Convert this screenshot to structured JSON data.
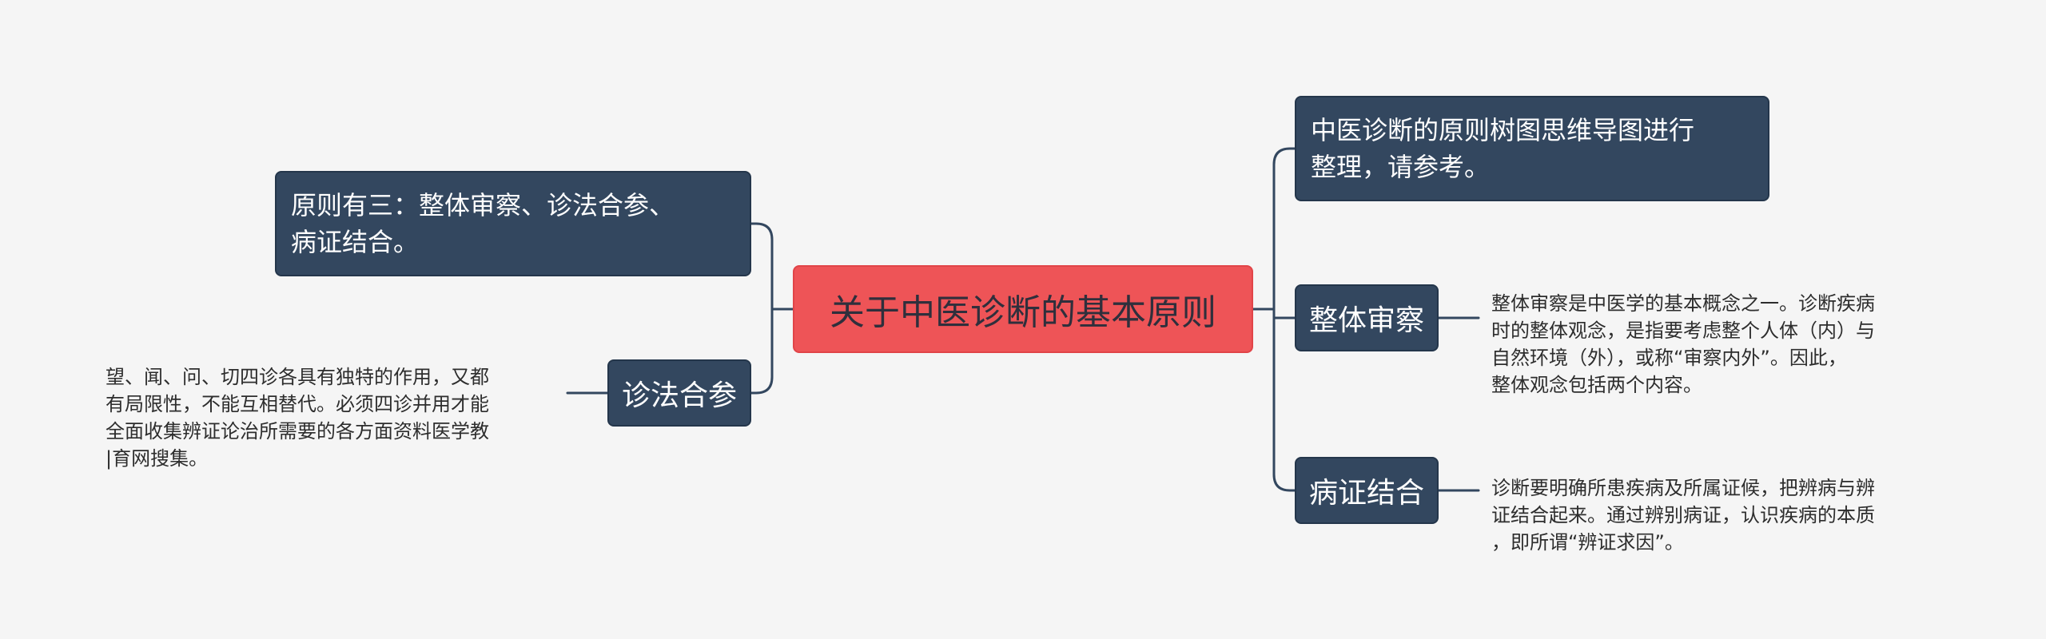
{
  "root": {
    "label": "关于中医诊断的基本原则"
  },
  "left": {
    "principles_box": "原则有三：整体审察、诊法合参、\n病证结合。",
    "method_branch": {
      "label": "诊法合参",
      "note": "望、闻、问、切四诊各具有独特的作用，又都\n有局限性，不能互相替代。必须四诊并用才能\n全面收集辨证论治所需要的各方面资料医学教\n|育网搜集。"
    }
  },
  "right": {
    "intro_box": "中医诊断的原则树图思维导图进行\n整理，请参考。",
    "holistic_branch": {
      "label": "整体审察",
      "note": "整体审察是中医学的基本概念之一。诊断疾病\n时的整体观念，是指要考虑整个人体（内）与\n自然环境（外），或称“审察内外”。因此，\n整体观念包括两个内容。"
    },
    "disease_branch": {
      "label": "病证结合",
      "note": "诊断要明确所患疾病及所属证候，把辨病与辨\n证结合起来。通过辨别病证，认识疾病的本质\n，即所谓“辨证求因”。"
    }
  },
  "colors": {
    "background": "#f5f5f5",
    "root_fill": "#ee5457",
    "node_fill": "#33475f",
    "line": "#33475f",
    "note_text": "#2d2d2d"
  }
}
